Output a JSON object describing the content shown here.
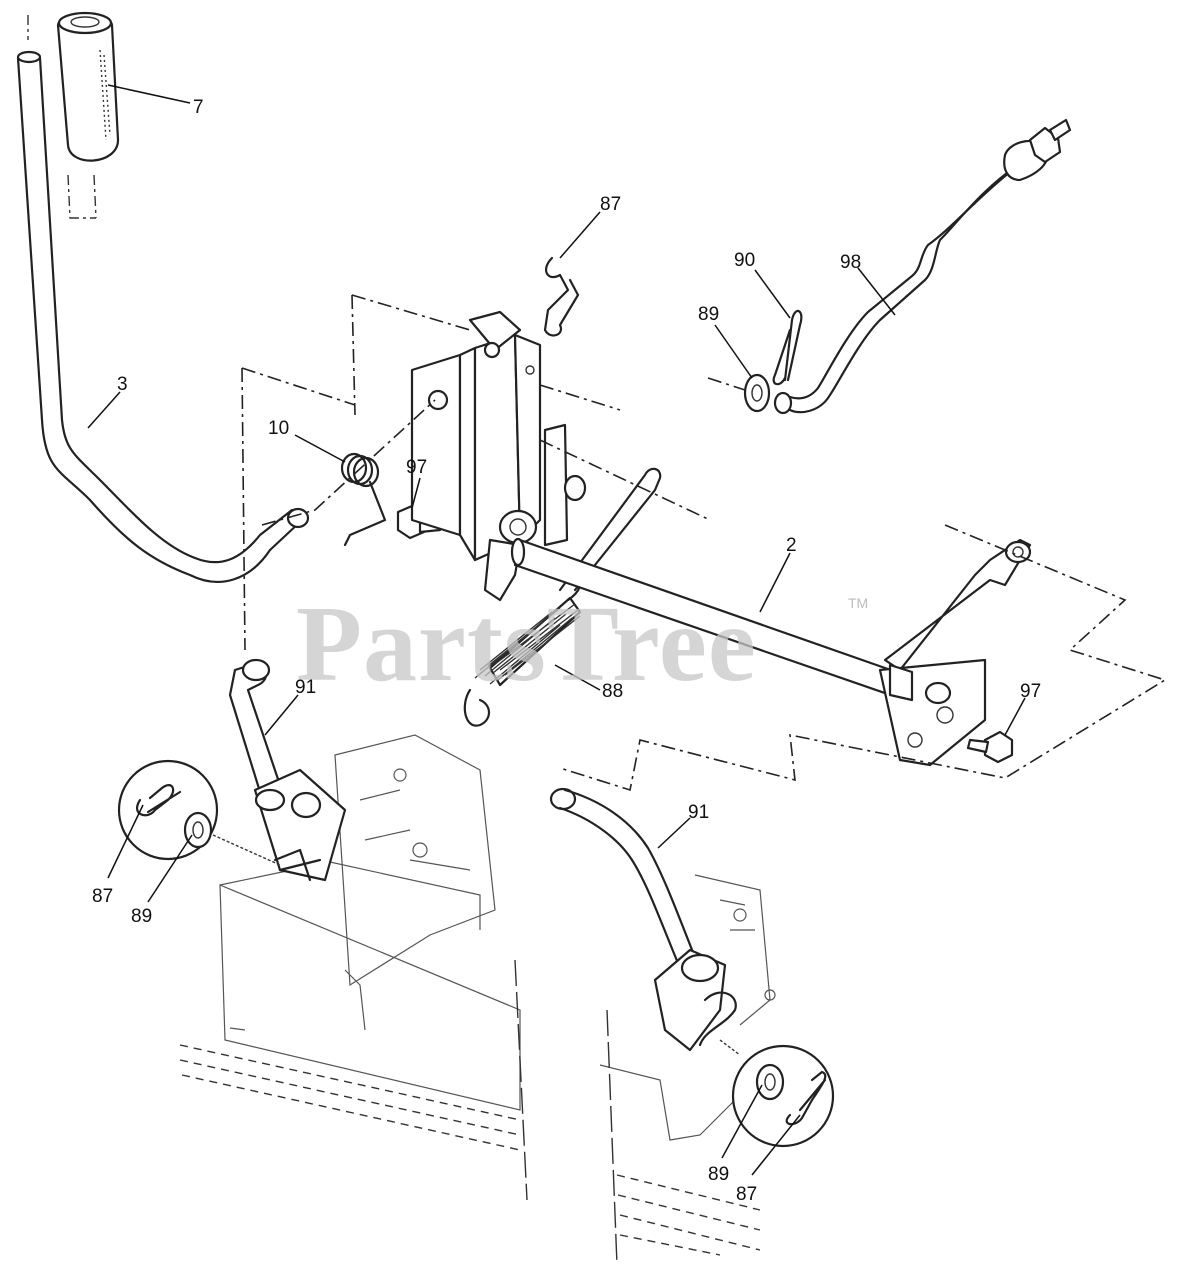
{
  "watermark": {
    "text": "PartsTree",
    "trademark": "TM"
  },
  "callouts": [
    {
      "id": "c7",
      "text": "7"
    },
    {
      "id": "c87a",
      "text": "87"
    },
    {
      "id": "c90",
      "text": "90"
    },
    {
      "id": "c98",
      "text": "98"
    },
    {
      "id": "c89a",
      "text": "89"
    },
    {
      "id": "c3",
      "text": "3"
    },
    {
      "id": "c10",
      "text": "10"
    },
    {
      "id": "c97a",
      "text": "97"
    },
    {
      "id": "c2",
      "text": "2"
    },
    {
      "id": "c91a",
      "text": "91"
    },
    {
      "id": "c88",
      "text": "88"
    },
    {
      "id": "c97b",
      "text": "97"
    },
    {
      "id": "c91b",
      "text": "91"
    },
    {
      "id": "c87b",
      "text": "87"
    },
    {
      "id": "c89b",
      "text": "89"
    },
    {
      "id": "c89c",
      "text": "89"
    },
    {
      "id": "c87c",
      "text": "87"
    }
  ]
}
